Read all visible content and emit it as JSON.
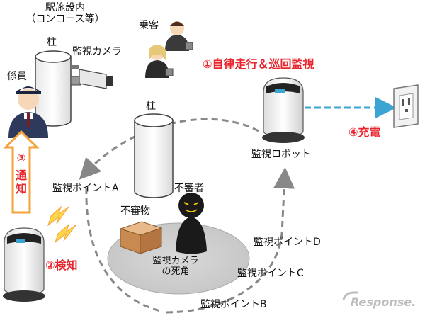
{
  "labels": {
    "station_area_line1": "駅施設内",
    "station_area_line2": "（コンコース等）",
    "pillar_top": "柱",
    "camera": "監視カメラ",
    "passenger": "乗客",
    "staff": "係員",
    "pillar_center": "柱",
    "point_a": "監視ポイントA",
    "suspicious_person": "不審者",
    "suspicious_object": "不審物",
    "blind_spot_line1": "監視カメラ",
    "blind_spot_line2": "の死角",
    "point_d": "監視ポイントD",
    "point_c": "監視ポイントC",
    "point_b": "監視ポイントB",
    "robot": "監視ロボット"
  },
  "steps": {
    "step1": "①自律走行＆巡回監視",
    "step2": "②検知",
    "step3_num": "③",
    "step3_text": "通知",
    "step4": "④充電"
  },
  "watermark": "Response.",
  "colors": {
    "accent_red": "#e8262d",
    "arrow_orange": "#f4a23a",
    "charge_arrow": "#3ba4d3",
    "patrol_dash": "#888888"
  }
}
